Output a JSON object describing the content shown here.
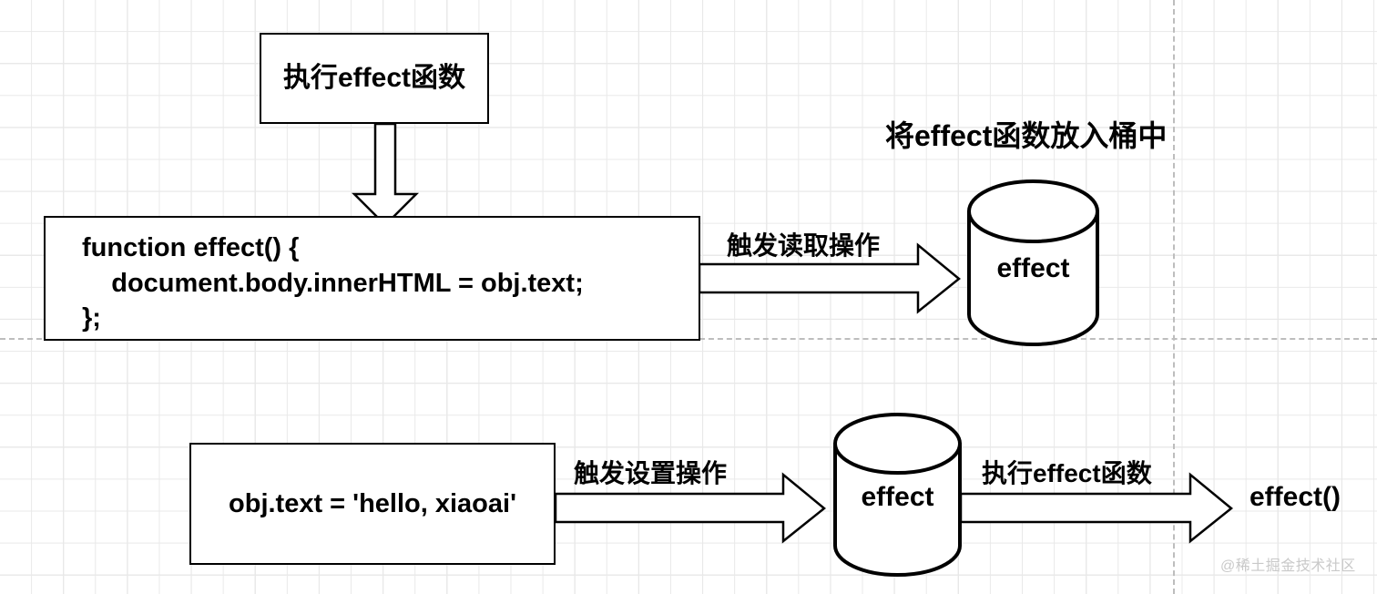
{
  "diagram": {
    "title_note": "将effect函数放入桶中",
    "watermark": "@稀土掘金技术社区",
    "background": {
      "grid_minor_color": "#e9e9e9",
      "grid_major_color": "#d2d2d2",
      "page_break_color": "#bdbdbd"
    },
    "stroke_color": "#000000",
    "fill_color": "#ffffff"
  },
  "nodes": {
    "trigger_box": {
      "label": "执行effect函数"
    },
    "code_box": {
      "line1": "function effect() {",
      "line2": "    document.body.innerHTML = obj.text;",
      "line3": "};",
      "text": "function effect() {\n    document.body.innerHTML = obj.text;\n};"
    },
    "set_box": {
      "label": "obj.text = 'hello, xiaoai'"
    },
    "bucket_top": {
      "label": "effect"
    },
    "bucket_bottom": {
      "label": "effect"
    },
    "result_call": {
      "label": "effect()"
    }
  },
  "edges": {
    "run_effect_down": {
      "label": ""
    },
    "read_trigger": {
      "label": "触发读取操作"
    },
    "set_trigger": {
      "label": "触发设置操作"
    },
    "run_effect_right": {
      "label": "执行effect函数"
    }
  }
}
